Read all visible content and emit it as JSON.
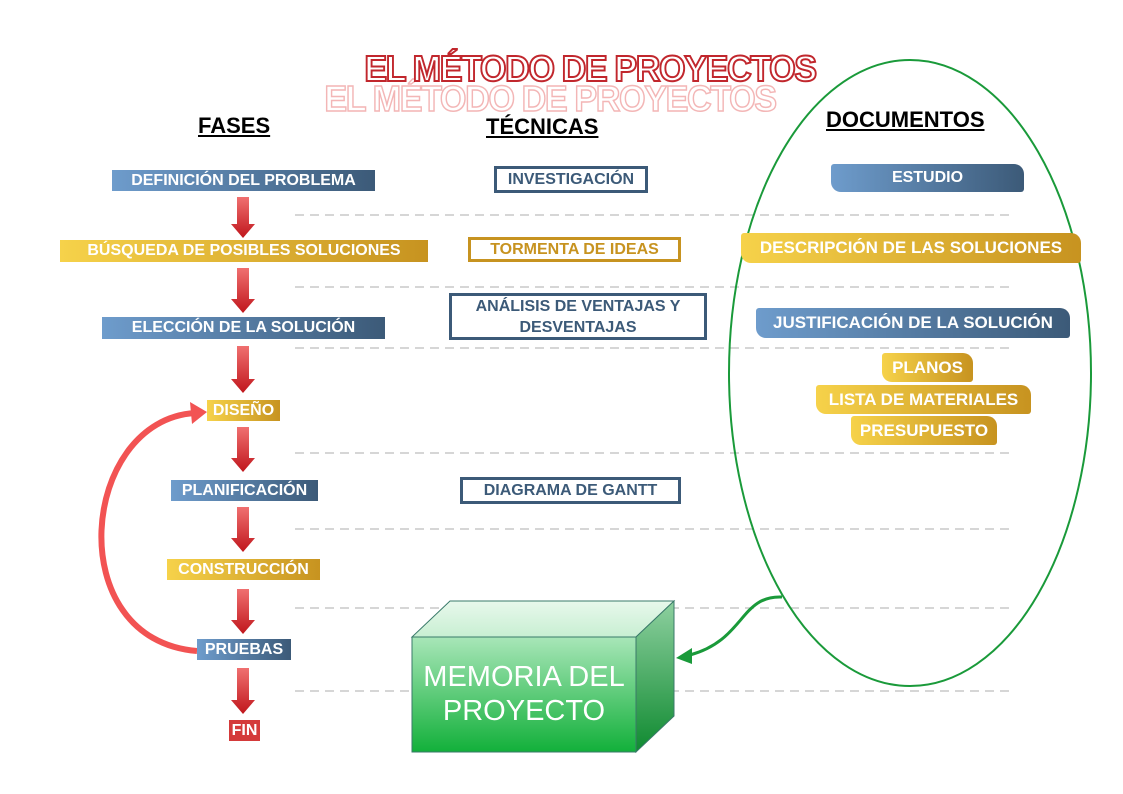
{
  "title": "EL MÉTODO DE PROYECTOS",
  "headers": {
    "fases": "FASES",
    "tecnicas": "TÉCNICAS",
    "documentos": "DOCUMENTOS"
  },
  "fases": [
    "DEFINICIÓN DEL PROBLEMA",
    "BÚSQUEDA DE POSIBLES SOLUCIONES",
    "ELECCIÓN DE LA SOLUCIÓN",
    "DISEÑO",
    "PLANIFICACIÓN",
    "CONSTRUCCIÓN",
    "PRUEBAS",
    "FIN"
  ],
  "tecnicas": [
    "INVESTIGACIÓN",
    "TORMENTA DE IDEAS",
    "ANÁLISIS DE VENTAJAS Y DESVENTAJAS",
    "DIAGRAMA DE GANTT"
  ],
  "documentos": [
    "ESTUDIO",
    "DESCRIPCIÓN DE LAS SOLUCIONES",
    "JUSTIFICACIÓN DE LA SOLUCIÓN",
    "PLANOS",
    "LISTA DE MATERIALES",
    "PRESUPUESTO"
  ],
  "memoria": "MEMORIA DEL PROYECTO",
  "colors": {
    "blue": "#3c5a78",
    "yellow": "#c79320",
    "red": "#d43a3a",
    "green": "#1a9a3a"
  }
}
